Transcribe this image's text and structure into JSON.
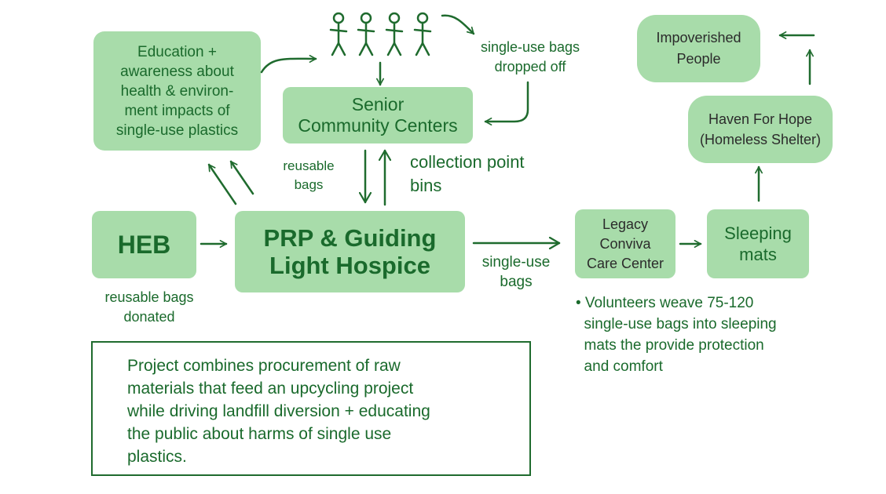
{
  "nodes": {
    "education": "Education +\nawareness  about\nhealth & environ-\nment impacts of\nsingle-use plastics",
    "senior": "Senior\nCommunity Centers",
    "heb": "HEB",
    "prp": "PRP & Guiding\nLight Hospice",
    "legacy": "Legacy\nConviva\nCare Center",
    "mats": "Sleeping\nmats",
    "haven": "Haven For Hope\n(Homeless Shelter)",
    "impoverished": "Impoverished\nPeople"
  },
  "labels": {
    "dropped_off": "single-use bags\ndropped off",
    "reusable_bags": "reusable\nbags",
    "collection_bins": "collection point\nbins",
    "heb_donated": "reusable bags\ndonated",
    "single_use_bags": "single-use\nbags",
    "volunteers": "• Volunteers weave 75-120\n  single-use bags into sleeping\n  mats the provide protection\n  and comfort"
  },
  "summary": "Project combines procurement of raw\nmaterials that feed an upcycling project\nwhile driving landfill diversion + educating\nthe public about harms of single use\nplastics.",
  "icons": {
    "people": "stick-figure-people-icon",
    "count": 4
  },
  "colors": {
    "box_fill": "#a8dcaa",
    "text": "#1a6a2c",
    "line": "#1f6b2e"
  }
}
